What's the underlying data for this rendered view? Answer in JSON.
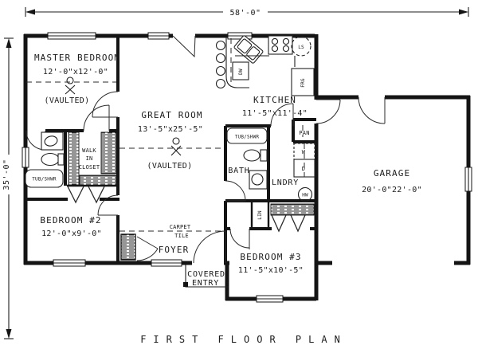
{
  "plan": {
    "title": "FIRST FLOOR PLAN",
    "dimensions": {
      "overall_width": "58'-0\"",
      "overall_depth": "35'-0\""
    },
    "rooms": {
      "master": {
        "name": "MASTER BEDROOM",
        "size": "12'-0\"x12'-0\"",
        "ceiling": "(VAULTED)"
      },
      "great": {
        "name": "GREAT ROOM",
        "size": "13'-5\"x25'-5\"",
        "ceiling": "(VAULTED)"
      },
      "kitchen": {
        "name": "KITCHEN",
        "size": "11'-5\"x11'-4\""
      },
      "garage": {
        "name": "GARAGE",
        "size": "20'-0\"22'-0\""
      },
      "bedroom2": {
        "name": "BEDROOM #2",
        "size": "12'-0\"x9'-0\""
      },
      "bedroom3": {
        "name": "BEDROOM #3",
        "size": "11'-5\"x10'-5\""
      },
      "bath": {
        "name": "BATH"
      },
      "laundry": {
        "name": "LNDRY"
      },
      "foyer": {
        "name": "FOYER"
      },
      "covered_entry": {
        "line1": "COVERED",
        "line2": "ENTRY"
      },
      "walk_in_closet": {
        "line1": "WALK",
        "line2": "IN",
        "line3": "CLOSET"
      }
    },
    "fixtures": {
      "master_tub": "TUB/SHWR",
      "bath_tub": "TUB/SHWR",
      "pantry": "PAN",
      "washer": "W",
      "dryer": "D",
      "water_heater": "HW",
      "linen": "LIN",
      "dishwasher": "DW",
      "refrigerator": "FRG",
      "lazy_susan": "LS"
    },
    "floor_notes": {
      "carpet": "CARPET",
      "tile": "TILE"
    }
  }
}
